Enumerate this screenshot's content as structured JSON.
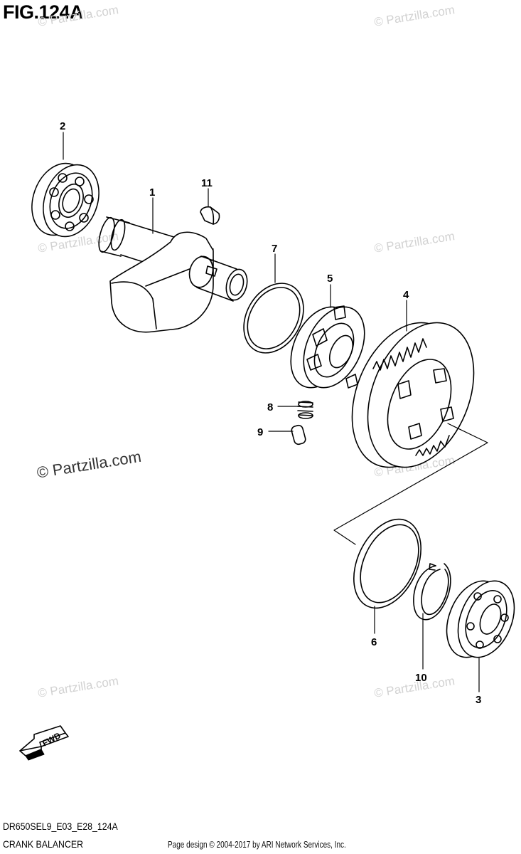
{
  "figure_title": "FIG.124A",
  "diagram_code": "DR650SEL9_E03_E28_124A",
  "diagram_name": "CRANK BALANCER",
  "credit": "Page design © 2004-2017 by ARI Network Services, Inc.",
  "watermark": "© Partzilla.com",
  "fwd_label": "FWD",
  "callouts": {
    "p1": "1",
    "p2": "2",
    "p3": "3",
    "p4": "4",
    "p5": "5",
    "p6": "6",
    "p7": "7",
    "p8": "8",
    "p9": "9",
    "p10": "10",
    "p11": "11"
  }
}
